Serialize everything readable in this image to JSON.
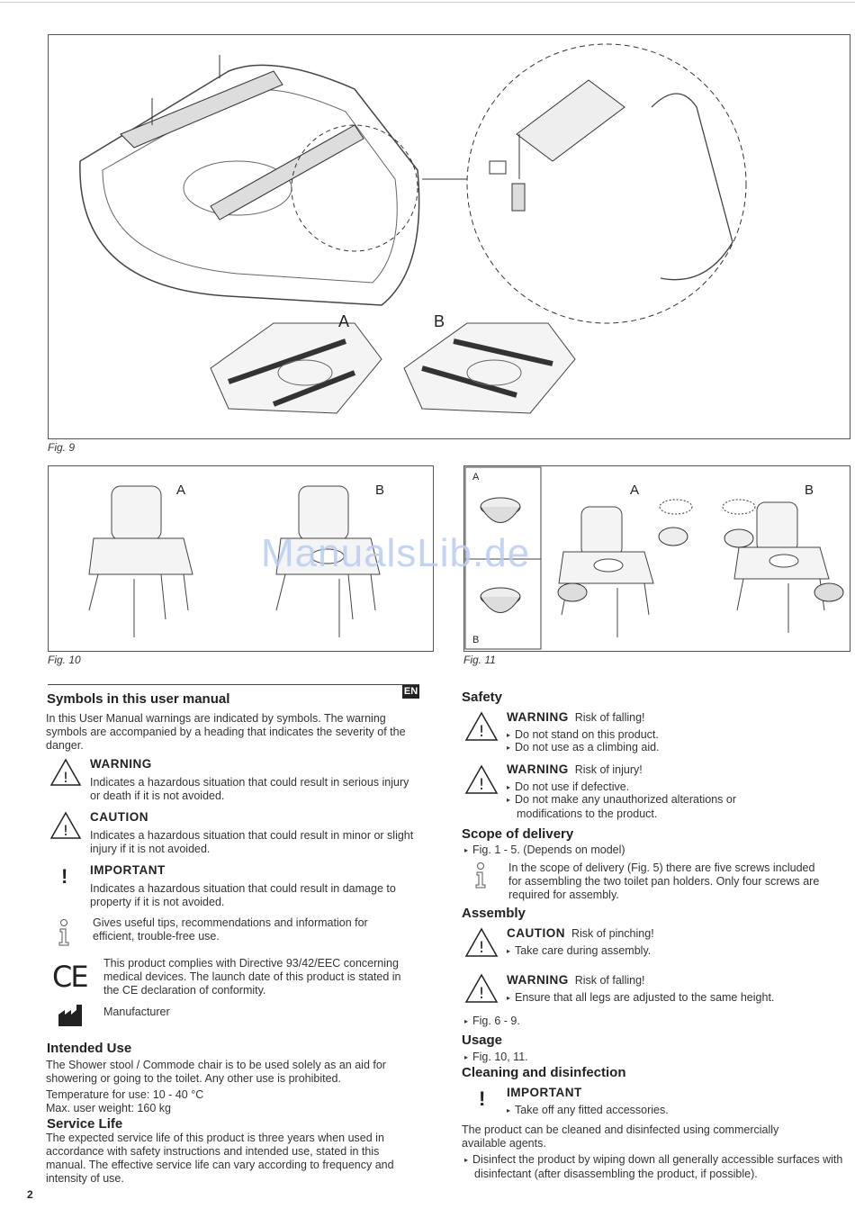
{
  "watermark": "ManualsLib.de",
  "page_number": "2",
  "lang_badge": "EN",
  "figures": {
    "fig9": {
      "label": "Fig. 9",
      "variant_a": "A",
      "variant_b": "B"
    },
    "fig10": {
      "label": "Fig. 10",
      "variant_a": "A",
      "variant_b": "B"
    },
    "fig11": {
      "label": "Fig. 11",
      "variant_a": "A",
      "variant_b": "B",
      "inset_a": "A",
      "inset_b": "B"
    }
  },
  "left": {
    "symbols": {
      "heading": "Symbols in this user manual",
      "intro": "In this User Manual warnings are indicated by symbols. The warning symbols are accompanied by a heading that indicates the severity of the danger.",
      "warning_title": "WARNING",
      "warning_text": "Indicates a hazardous situation that could result in serious injury or death if it is not avoided.",
      "caution_title": "CAUTION",
      "caution_text": "Indicates a hazardous situation that could result in minor or slight injury if it is not avoided.",
      "important_title": "IMPORTANT",
      "important_text": "Indicates a hazardous situation that could result in damage to property if it is not avoided.",
      "info_text": "Gives useful tips, recommendations and information for efficient, trouble-free use.",
      "ce_text": "This product complies with Directive 93/42/EEC concerning medical devices. The launch date of this product is stated in the CE declaration of conformity.",
      "ce_mark": "CE",
      "manufacturer_text": "Manufacturer"
    },
    "intended_use": {
      "heading": "Intended Use",
      "text": "The Shower stool / Commode chair is to be used solely as an aid for showering or going to the toilet. Any other use is prohibited.",
      "temperature": "Temperature for use: 10 - 40 °C",
      "max_weight": "Max. user weight: 160 kg"
    },
    "service_life": {
      "heading": "Service Life",
      "text": "The expected service life of this product is three years when used in accordance with safety instructions and intended use, stated in this manual. The effective service life can vary according to frequency and intensity of use."
    }
  },
  "right": {
    "safety": {
      "heading": "Safety",
      "w1_title": "WARNING",
      "w1_sub": "Risk of falling!",
      "w1_b1": "Do not stand on this product.",
      "w1_b2": "Do not use as a climbing aid.",
      "w2_title": "WARNING",
      "w2_sub": "Risk of injury!",
      "w2_b1": "Do not use if defective.",
      "w2_b2": "Do not make any unauthorized alterations or modifications to the product."
    },
    "scope": {
      "heading": "Scope of delivery",
      "bullet": "Fig. 1 - 5. (Depends on model)",
      "info": "In the scope of delivery (Fig. 5) there are five screws included for assembling the two toilet pan holders. Only four screws are required for assembly."
    },
    "assembly": {
      "heading": "Assembly",
      "c_title": "CAUTION",
      "c_sub": "Risk of pinching!",
      "c_b1": "Take care during assembly.",
      "w_title": "WARNING",
      "w_sub": "Risk of falling!",
      "w_b1": "Ensure that all legs are adjusted to the same height.",
      "bullet": "Fig. 6 - 9."
    },
    "usage": {
      "heading": "Usage",
      "bullet": "Fig. 10, 11."
    },
    "cleaning": {
      "heading": "Cleaning and disinfection",
      "i_title": "IMPORTANT",
      "i_b1": "Take off any fitted accessories.",
      "text": "The product can be cleaned and disinfected using commercially available agents.",
      "bullet": "Disinfect the product by wiping down all generally accessible surfaces with disinfectant (after disassembling the product, if possible)."
    }
  }
}
